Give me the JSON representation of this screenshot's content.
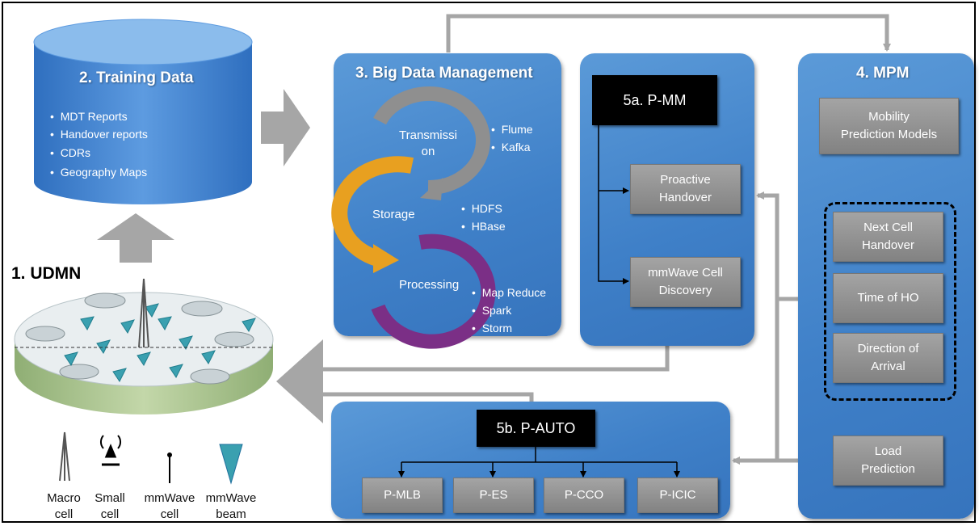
{
  "udmn_title": "1. UDMN",
  "training": {
    "title": "2. Training Data",
    "items": [
      "MDT Reports",
      "Handover reports",
      "CDRs",
      "Geography Maps"
    ]
  },
  "bdm": {
    "title": "3. Big Data Management",
    "stages": [
      "Transmissi\non",
      "Storage",
      "Processing"
    ],
    "transmission_tools": [
      "Flume",
      "Kafka"
    ],
    "storage_tools": [
      "HDFS",
      "HBase"
    ],
    "processing_tools": [
      "Map Reduce",
      "Spark",
      "Storm"
    ]
  },
  "pmm": {
    "title": "5a. P-MM",
    "items": [
      "Proactive\nHandover",
      "mmWave Cell\nDiscovery"
    ]
  },
  "mpm": {
    "title": "4. MPM",
    "models": "Mobility\nPrediction Models",
    "predictions": [
      "Next Cell\nHandover",
      "Time of HO",
      "Direction of\nArrival"
    ],
    "load": "Load\nPrediction"
  },
  "pauto": {
    "title": "5b. P-AUTO",
    "items": [
      "P-MLB",
      "P-ES",
      "P-CCO",
      "P-ICIC"
    ]
  },
  "legend": [
    "Macro\ncell",
    "Small\ncell",
    "mmWave\ncell",
    "mmWave\nbeam"
  ],
  "colors": {
    "panel_blue": "#4a8bd0",
    "gray_box": "#9a9a9a",
    "arrow_gray": "#a6a6a6",
    "transmission_arc": "#8a8a8a",
    "storage_arc": "#e8a020",
    "processing_arc": "#7b2f86"
  }
}
